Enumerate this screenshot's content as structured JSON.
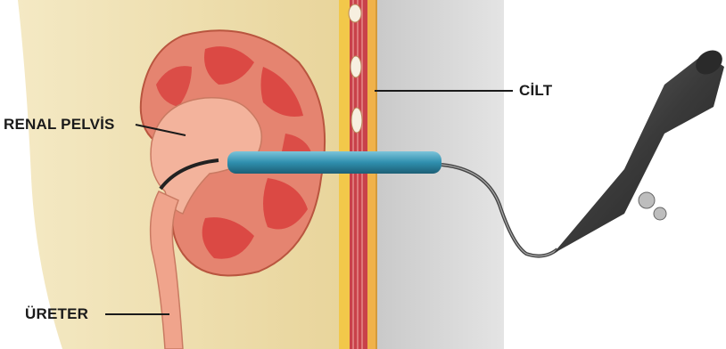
{
  "labels": {
    "renal_pelvis": "RENAL PELVİS",
    "skin": "CİLT",
    "ureter": "ÜRETER"
  },
  "colors": {
    "background": "#ffffff",
    "fat": "#efe1b4",
    "kidney_outer": "#e8856f",
    "kidney_cortex": "#d9433f",
    "pelvis": "#f1a890",
    "skin_muscle": "#c9414a",
    "skin_fat": "#f2c84a",
    "scope_sheath": "#2f8fae",
    "scope_body": "#333333",
    "leader_line": "#1a1a1a"
  }
}
